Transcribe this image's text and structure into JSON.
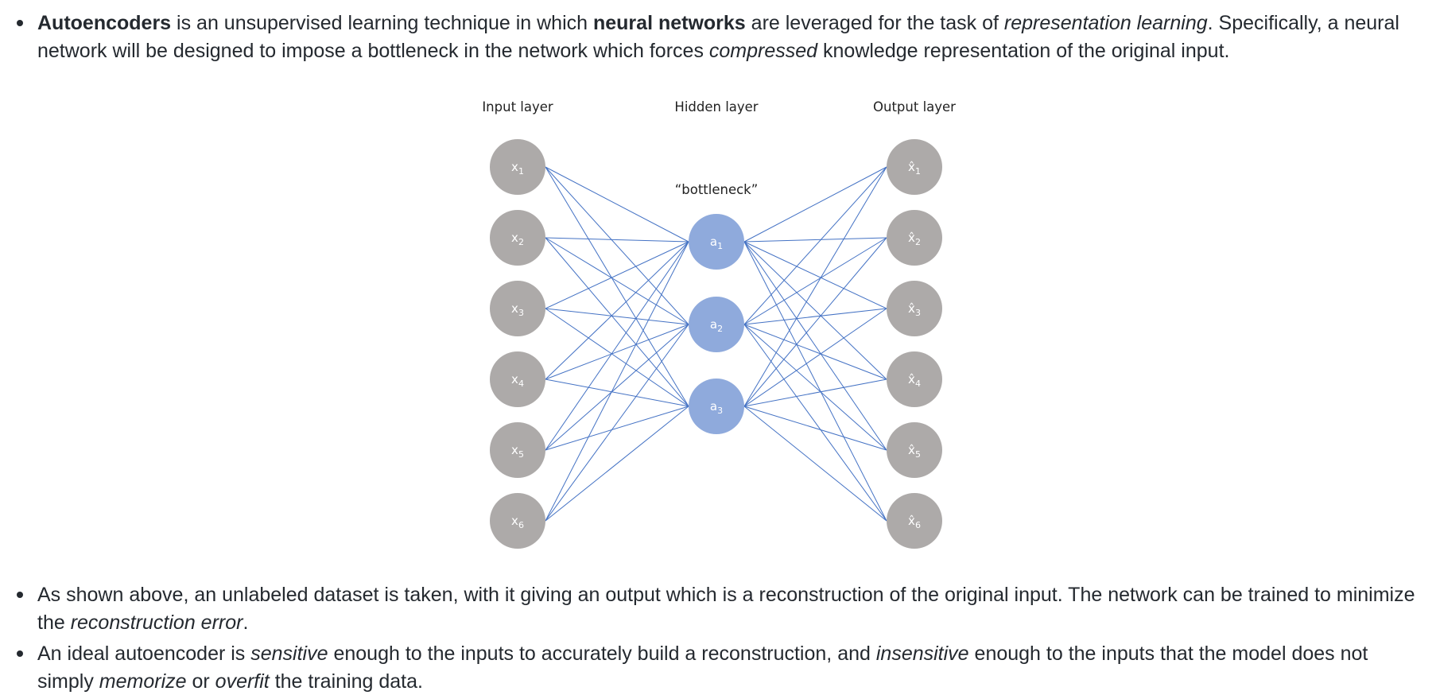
{
  "bullets": [
    {
      "parts": [
        {
          "text": "Autoencoders",
          "style": "bold"
        },
        {
          "text": " is an unsupervised learning technique in which ",
          "style": "normal"
        },
        {
          "text": "neural networks",
          "style": "bold"
        },
        {
          "text": " are leveraged for the task of ",
          "style": "normal"
        },
        {
          "text": "representation learning",
          "style": "italic"
        },
        {
          "text": ". Specifically, a neural network will be designed to impose a bottleneck in the network which forces ",
          "style": "normal"
        },
        {
          "text": "compressed",
          "style": "italic"
        },
        {
          "text": " knowledge representation of the original input.",
          "style": "normal"
        }
      ]
    },
    {
      "parts": [
        {
          "text": "As shown above, an unlabeled dataset is taken, with it giving an output which is a reconstruction of the original input. The network can be trained to minimize the ",
          "style": "normal"
        },
        {
          "text": "reconstruction error",
          "style": "italic"
        },
        {
          "text": ".",
          "style": "normal"
        }
      ]
    },
    {
      "parts": [
        {
          "text": "An ideal autoencoder is ",
          "style": "normal"
        },
        {
          "text": "sensitive",
          "style": "italic"
        },
        {
          "text": " enough to the inputs to accurately build a reconstruction, and ",
          "style": "normal"
        },
        {
          "text": "insensitive",
          "style": "italic"
        },
        {
          "text": " enough to the inputs that the model does not simply ",
          "style": "normal"
        },
        {
          "text": "memorize",
          "style": "italic"
        },
        {
          "text": " or ",
          "style": "normal"
        },
        {
          "text": "overfit",
          "style": "italic"
        },
        {
          "text": " the training data.",
          "style": "normal"
        }
      ]
    }
  ],
  "diagram": {
    "labels": {
      "input_layer": "Input layer",
      "hidden_layer": "Hidden layer",
      "output_layer": "Output layer",
      "bottleneck": "“bottleneck”"
    },
    "input_nodes": [
      {
        "base": "x",
        "sub": "1"
      },
      {
        "base": "x",
        "sub": "2"
      },
      {
        "base": "x",
        "sub": "3"
      },
      {
        "base": "x",
        "sub": "4"
      },
      {
        "base": "x",
        "sub": "5"
      },
      {
        "base": "x",
        "sub": "6"
      }
    ],
    "hidden_nodes": [
      {
        "base": "a",
        "sub": "1"
      },
      {
        "base": "a",
        "sub": "2"
      },
      {
        "base": "a",
        "sub": "3"
      }
    ],
    "output_nodes": [
      {
        "base": "x̂",
        "sub": "1"
      },
      {
        "base": "x̂",
        "sub": "2"
      },
      {
        "base": "x̂",
        "sub": "3"
      },
      {
        "base": "x̂",
        "sub": "4"
      },
      {
        "base": "x̂",
        "sub": "5"
      },
      {
        "base": "x̂",
        "sub": "6"
      }
    ],
    "colors": {
      "io_node": "#adaaa9",
      "hidden_node": "#8faadc",
      "edge": "#4472c4"
    }
  }
}
